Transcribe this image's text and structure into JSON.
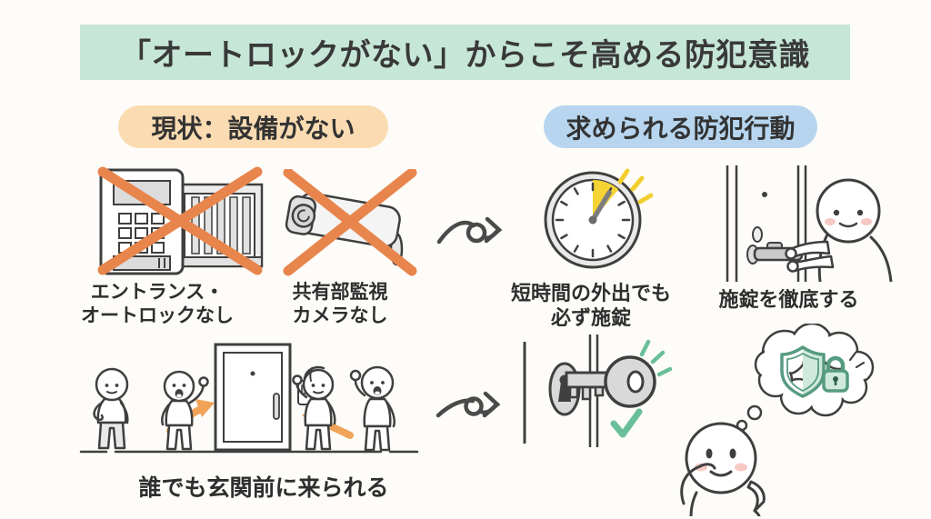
{
  "title": "「オートロックがない」からこそ高める防犯意識",
  "sections": {
    "current": {
      "header": "現状：設備がない",
      "entrance_label": [
        "エントランス・",
        "オートロックなし"
      ],
      "camera_label": [
        "共有部監視",
        "カメラなし"
      ],
      "door_label": "誰でも玄関前に来られる"
    },
    "actions": {
      "header": "求められる防犯行動",
      "clock_label": [
        "短時間の外出でも",
        "必ず施錠"
      ],
      "lock_label": "施錠を徹底する"
    }
  },
  "icons": {
    "entrance": "intercom-gate-crossed-icon",
    "camera": "security-camera-crossed-icon",
    "arrow_top": "loop-arrow-icon",
    "arrow_bottom": "loop-arrow-icon",
    "clock": "clock-short-time-icon",
    "lock_person": "person-locking-door-icon",
    "door_people": "visitors-at-door-icon",
    "key": "key-in-lock-checked-icon",
    "think": "person-thinking-security-icon"
  },
  "colors": {
    "background": "#fdfcf8",
    "banner_bg": "#c6e6d8",
    "current_pill_bg": "#fbdcb2",
    "action_pill_bg": "#b7d5ee",
    "cross_orange": "#e8854c",
    "arrow_orange": "#f0a359",
    "accent_yellow": "#f5d335",
    "accent_green": "#6abf9a",
    "shield_green": "#569b80",
    "shield_fill": "#cfe9dd",
    "outline_ink": "#3f3f3f"
  }
}
